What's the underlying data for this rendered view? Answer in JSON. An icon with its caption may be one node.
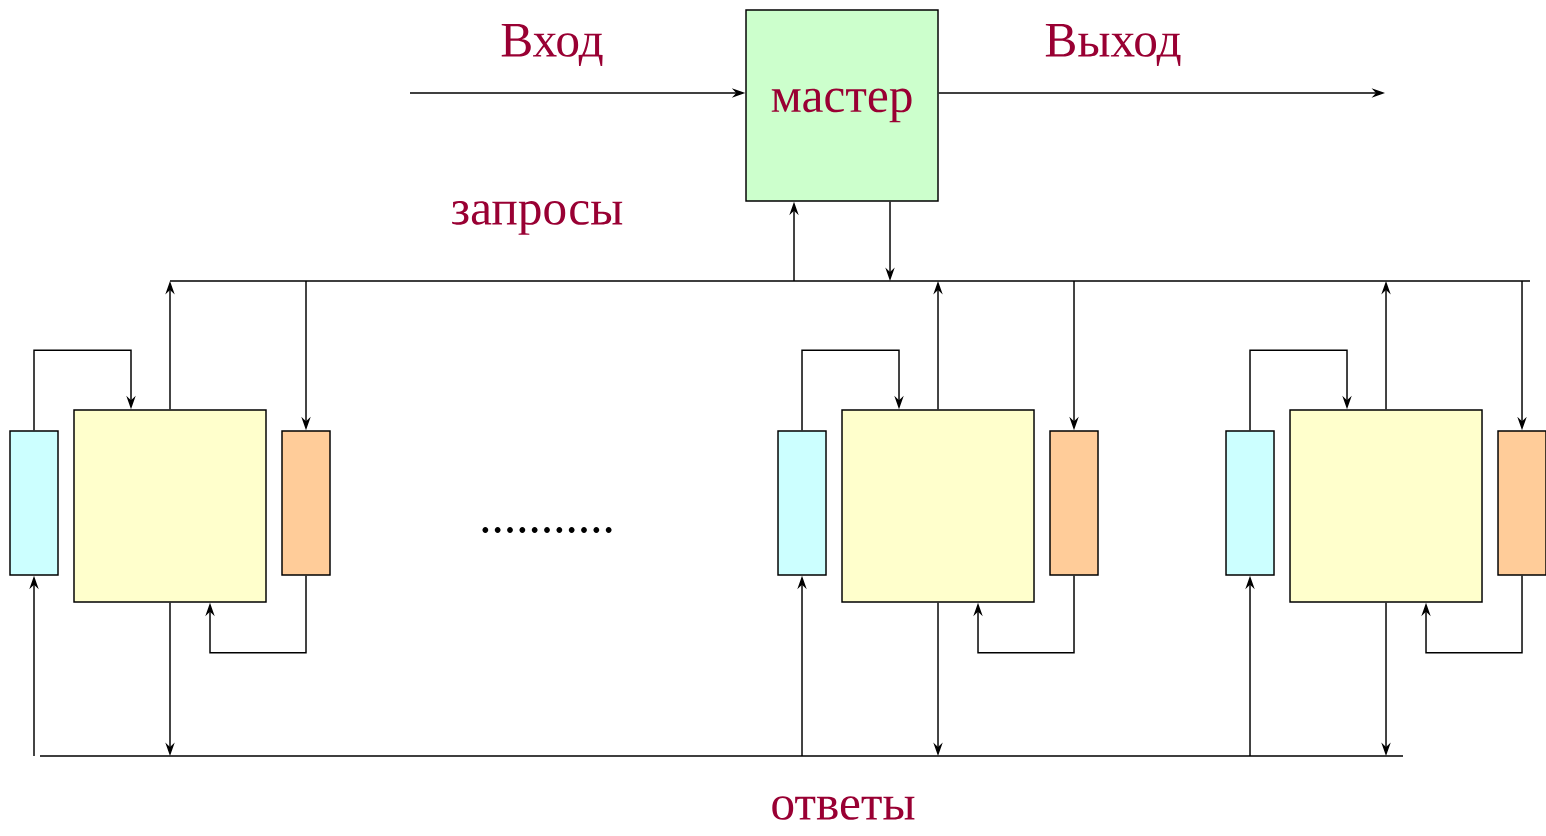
{
  "diagram": {
    "nodes": [
      {
        "text": [
          "мастер"
        ]
      },
      {
        "text": [],
        "shape": "bar",
        "beside": [
          "запросы"
        ]
      },
      {
        "text": [],
        "shape": "bar",
        "beside": [
          "ответы"
        ]
      },
      {
        "text": [],
        "shape": "box"
      },
      {
        "text": [],
        "shape": "box"
      },
      {
        "text": [],
        "shape": "box"
      },
      {
        "text": [],
        "shape": "box"
      },
      {
        "text": [],
        "shape": "box"
      },
      {
        "text": [],
        "shape": "box"
      },
      {
        "text": [],
        "shape": "box"
      },
      {
        "text": [],
        "shape": "box"
      },
      {
        "text": [],
        "shape": "box"
      }
    ],
    "edges": [
      {
        "from": null,
        "to": 0,
        "arrow": "to",
        "label": "Вход"
      },
      {
        "from": 0,
        "to": null,
        "arrow": "to",
        "label": "Выход"
      },
      {
        "from": 1,
        "to": 0,
        "arrow": "to"
      },
      {
        "from": 0,
        "to": 1,
        "arrow": "to"
      },
      {
        "from": 3,
        "to": 4,
        "arrow": "to"
      },
      {
        "from": 4,
        "to": 1,
        "arrow": "to"
      },
      {
        "from": 1,
        "to": 5,
        "arrow": "to"
      },
      {
        "from": 5,
        "to": 4,
        "arrow": "to"
      },
      {
        "from": 4,
        "to": 2,
        "arrow": "to"
      },
      {
        "from": 2,
        "to": 3,
        "arrow": "to"
      },
      {
        "from": 6,
        "to": 7,
        "arrow": "to"
      },
      {
        "from": 7,
        "to": 1,
        "arrow": "to"
      },
      {
        "from": 1,
        "to": 8,
        "arrow": "to"
      },
      {
        "from": 8,
        "to": 7,
        "arrow": "to"
      },
      {
        "from": 7,
        "to": 2,
        "arrow": "to"
      },
      {
        "from": 2,
        "to": 6,
        "arrow": "to"
      },
      {
        "from": 9,
        "to": 10,
        "arrow": "to"
      },
      {
        "from": 10,
        "to": 1,
        "arrow": "to"
      },
      {
        "from": 1,
        "to": 11,
        "arrow": "to"
      },
      {
        "from": 11,
        "to": 10,
        "arrow": "to"
      },
      {
        "from": 10,
        "to": 2,
        "arrow": "to"
      },
      {
        "from": 2,
        "to": 9,
        "arrow": "to"
      }
    ],
    "labels": [
      "..........."
    ]
  }
}
